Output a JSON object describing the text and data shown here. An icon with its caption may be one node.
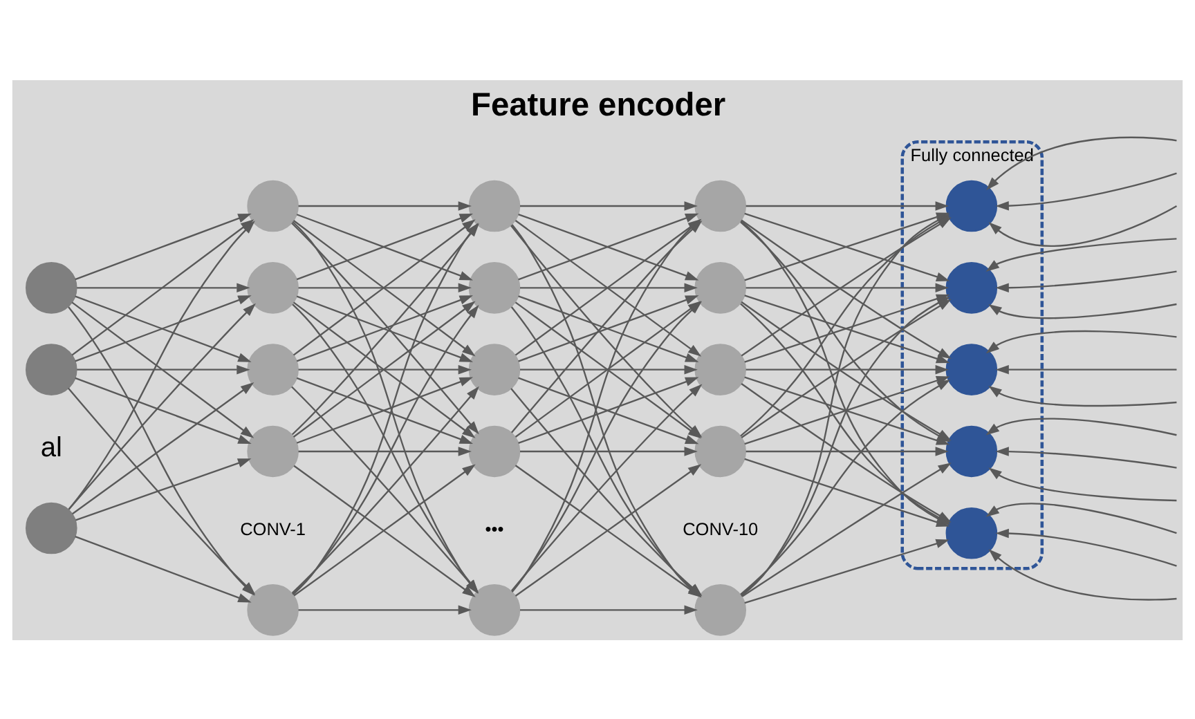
{
  "diagram": {
    "title": "Feature encoder",
    "nodes": [
      {
        "text": [],
        "shape": "circle"
      },
      {
        "text": [],
        "shape": "circle"
      },
      {
        "text": [],
        "shape": "circle"
      },
      {
        "text": [],
        "shape": "circle"
      },
      {
        "text": [],
        "shape": "circle"
      },
      {
        "text": [],
        "shape": "circle"
      },
      {
        "text": [],
        "shape": "circle"
      },
      {
        "text": [],
        "shape": "circle"
      },
      {
        "text": [],
        "shape": "circle"
      },
      {
        "text": [],
        "shape": "circle"
      },
      {
        "text": [],
        "shape": "circle"
      },
      {
        "text": [],
        "shape": "circle"
      },
      {
        "text": [],
        "shape": "circle"
      },
      {
        "text": [],
        "shape": "circle"
      },
      {
        "text": [],
        "shape": "circle"
      },
      {
        "text": [],
        "shape": "circle"
      },
      {
        "text": [],
        "shape": "circle"
      },
      {
        "text": [],
        "shape": "circle"
      },
      {
        "text": [
          "Fully connected"
        ]
      },
      {
        "text": [],
        "shape": "circle",
        "in": 18
      },
      {
        "text": [],
        "shape": "circle",
        "in": 18
      },
      {
        "text": [],
        "shape": "circle",
        "in": 18
      },
      {
        "text": [],
        "shape": "circle",
        "in": 18
      },
      {
        "text": [],
        "shape": "circle",
        "in": 18
      }
    ],
    "edges": [
      {
        "from": 0,
        "to": 3,
        "arrow": "to"
      },
      {
        "from": 0,
        "to": 4,
        "arrow": "to"
      },
      {
        "from": 0,
        "to": 5,
        "arrow": "to"
      },
      {
        "from": 0,
        "to": 6,
        "arrow": "to"
      },
      {
        "from": 0,
        "to": 7,
        "arrow": "to"
      },
      {
        "from": 1,
        "to": 3,
        "arrow": "to"
      },
      {
        "from": 1,
        "to": 4,
        "arrow": "to"
      },
      {
        "from": 1,
        "to": 5,
        "arrow": "to"
      },
      {
        "from": 1,
        "to": 6,
        "arrow": "to"
      },
      {
        "from": 1,
        "to": 7,
        "arrow": "to"
      },
      {
        "from": 2,
        "to": 3,
        "arrow": "to"
      },
      {
        "from": 2,
        "to": 4,
        "arrow": "to"
      },
      {
        "from": 2,
        "to": 5,
        "arrow": "to"
      },
      {
        "from": 2,
        "to": 6,
        "arrow": "to"
      },
      {
        "from": 2,
        "to": 7,
        "arrow": "to"
      },
      {
        "from": 3,
        "to": 8,
        "arrow": "to"
      },
      {
        "from": 3,
        "to": 9,
        "arrow": "to"
      },
      {
        "from": 3,
        "to": 10,
        "arrow": "to"
      },
      {
        "from": 3,
        "to": 11,
        "arrow": "to"
      },
      {
        "from": 3,
        "to": 12,
        "arrow": "to"
      },
      {
        "from": 4,
        "to": 8,
        "arrow": "to"
      },
      {
        "from": 4,
        "to": 9,
        "arrow": "to"
      },
      {
        "from": 4,
        "to": 10,
        "arrow": "to"
      },
      {
        "from": 4,
        "to": 11,
        "arrow": "to"
      },
      {
        "from": 4,
        "to": 12,
        "arrow": "to"
      },
      {
        "from": 5,
        "to": 8,
        "arrow": "to"
      },
      {
        "from": 5,
        "to": 9,
        "arrow": "to"
      },
      {
        "from": 5,
        "to": 10,
        "arrow": "to"
      },
      {
        "from": 5,
        "to": 11,
        "arrow": "to"
      },
      {
        "from": 5,
        "to": 12,
        "arrow": "to"
      },
      {
        "from": 6,
        "to": 8,
        "arrow": "to"
      },
      {
        "from": 6,
        "to": 9,
        "arrow": "to"
      },
      {
        "from": 6,
        "to": 10,
        "arrow": "to"
      },
      {
        "from": 6,
        "to": 11,
        "arrow": "to"
      },
      {
        "from": 6,
        "to": 12,
        "arrow": "to"
      },
      {
        "from": 7,
        "to": 8,
        "arrow": "to"
      },
      {
        "from": 7,
        "to": 9,
        "arrow": "to"
      },
      {
        "from": 7,
        "to": 10,
        "arrow": "to"
      },
      {
        "from": 7,
        "to": 11,
        "arrow": "to"
      },
      {
        "from": 7,
        "to": 12,
        "arrow": "to"
      },
      {
        "from": 8,
        "to": 13,
        "arrow": "to"
      },
      {
        "from": 8,
        "to": 14,
        "arrow": "to"
      },
      {
        "from": 8,
        "to": 15,
        "arrow": "to"
      },
      {
        "from": 8,
        "to": 16,
        "arrow": "to"
      },
      {
        "from": 8,
        "to": 17,
        "arrow": "to"
      },
      {
        "from": 9,
        "to": 13,
        "arrow": "to"
      },
      {
        "from": 9,
        "to": 14,
        "arrow": "to"
      },
      {
        "from": 9,
        "to": 15,
        "arrow": "to"
      },
      {
        "from": 9,
        "to": 16,
        "arrow": "to"
      },
      {
        "from": 9,
        "to": 17,
        "arrow": "to"
      },
      {
        "from": 10,
        "to": 13,
        "arrow": "to"
      },
      {
        "from": 10,
        "to": 14,
        "arrow": "to"
      },
      {
        "from": 10,
        "to": 15,
        "arrow": "to"
      },
      {
        "from": 10,
        "to": 16,
        "arrow": "to"
      },
      {
        "from": 10,
        "to": 17,
        "arrow": "to"
      },
      {
        "from": 11,
        "to": 13,
        "arrow": "to"
      },
      {
        "from": 11,
        "to": 14,
        "arrow": "to"
      },
      {
        "from": 11,
        "to": 15,
        "arrow": "to"
      },
      {
        "from": 11,
        "to": 16,
        "arrow": "to"
      },
      {
        "from": 11,
        "to": 17,
        "arrow": "to"
      },
      {
        "from": 12,
        "to": 13,
        "arrow": "to"
      },
      {
        "from": 12,
        "to": 14,
        "arrow": "to"
      },
      {
        "from": 12,
        "to": 15,
        "arrow": "to"
      },
      {
        "from": 12,
        "to": 16,
        "arrow": "to"
      },
      {
        "from": 12,
        "to": 17,
        "arrow": "to"
      },
      {
        "from": 13,
        "to": 19,
        "arrow": "to"
      },
      {
        "from": 13,
        "to": 20,
        "arrow": "to"
      },
      {
        "from": 13,
        "to": 21,
        "arrow": "to"
      },
      {
        "from": 13,
        "to": 22,
        "arrow": "to"
      },
      {
        "from": 13,
        "to": 23,
        "arrow": "to"
      },
      {
        "from": 14,
        "to": 19,
        "arrow": "to"
      },
      {
        "from": 14,
        "to": 20,
        "arrow": "to"
      },
      {
        "from": 14,
        "to": 21,
        "arrow": "to"
      },
      {
        "from": 14,
        "to": 22,
        "arrow": "to"
      },
      {
        "from": 14,
        "to": 23,
        "arrow": "to"
      },
      {
        "from": 15,
        "to": 19,
        "arrow": "to"
      },
      {
        "from": 15,
        "to": 20,
        "arrow": "to"
      },
      {
        "from": 15,
        "to": 21,
        "arrow": "to"
      },
      {
        "from": 15,
        "to": 22,
        "arrow": "to"
      },
      {
        "from": 15,
        "to": 23,
        "arrow": "to"
      },
      {
        "from": 16,
        "to": 19,
        "arrow": "to"
      },
      {
        "from": 16,
        "to": 20,
        "arrow": "to"
      },
      {
        "from": 16,
        "to": 21,
        "arrow": "to"
      },
      {
        "from": 16,
        "to": 22,
        "arrow": "to"
      },
      {
        "from": 16,
        "to": 23,
        "arrow": "to"
      },
      {
        "from": 17,
        "to": 19,
        "arrow": "to"
      },
      {
        "from": 17,
        "to": 20,
        "arrow": "to"
      },
      {
        "from": 17,
        "to": 21,
        "arrow": "to"
      },
      {
        "from": 17,
        "to": 22,
        "arrow": "to"
      },
      {
        "from": 17,
        "to": 23,
        "arrow": "to"
      },
      {
        "from": null,
        "to": 19,
        "arrow": "to"
      },
      {
        "from": null,
        "to": 19,
        "arrow": "to"
      },
      {
        "from": null,
        "to": 19,
        "arrow": "to"
      },
      {
        "from": null,
        "to": 20,
        "arrow": "to"
      },
      {
        "from": null,
        "to": 20,
        "arrow": "to"
      },
      {
        "from": null,
        "to": 20,
        "arrow": "to"
      },
      {
        "from": null,
        "to": 21,
        "arrow": "to"
      },
      {
        "from": null,
        "to": 21,
        "arrow": "to"
      },
      {
        "from": null,
        "to": 21,
        "arrow": "to"
      },
      {
        "from": null,
        "to": 22,
        "arrow": "to"
      },
      {
        "from": null,
        "to": 22,
        "arrow": "to"
      },
      {
        "from": null,
        "to": 22,
        "arrow": "to"
      },
      {
        "from": null,
        "to": 23,
        "arrow": "to"
      },
      {
        "from": null,
        "to": 23,
        "arrow": "to"
      },
      {
        "from": null,
        "to": 23,
        "arrow": "to"
      }
    ],
    "labels": [
      "al",
      "CONV-1",
      "•••",
      "CONV-10"
    ]
  }
}
